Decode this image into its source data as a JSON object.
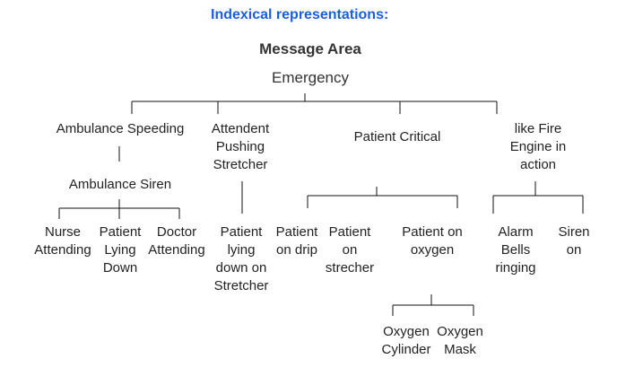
{
  "title": "Indexical representations:",
  "heading": "Message Area",
  "root": "Emergency",
  "level1": [
    "Ambulance Speeding",
    "Attendent\nPushing\nStretcher",
    "Patient Critical",
    "like Fire\nEngine in\naction"
  ],
  "ambulance_siren": "Ambulance Siren",
  "leaves": {
    "nurse": "Nurse\nAttending",
    "patient_lying": "Patient\nLying\nDown",
    "doctor": "Doctor\nAttending",
    "patient_stretcher": "Patient\nlying\ndown on\nStretcher",
    "patient_drip": "Patient\non drip",
    "patient_strecher": "Patient\non\nstrecher",
    "patient_oxygen": "Patient on\noxygen",
    "alarm": "Alarm\nBells\nringing",
    "siren_on": "Siren\non"
  },
  "oxygen": [
    "Oxygen\nCylinder",
    "Oxygen\nMask"
  ]
}
